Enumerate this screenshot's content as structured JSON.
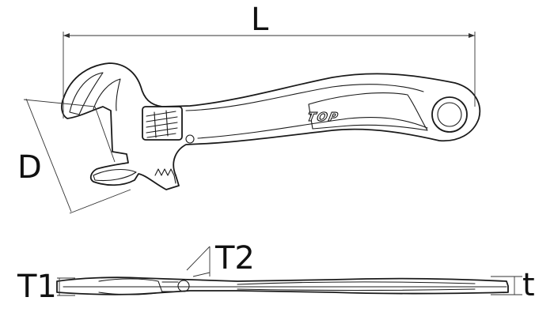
{
  "dimension_labels": {
    "length": "L",
    "jaw_capacity": "D",
    "head_thickness": "T1",
    "jaw_thickness": "T2",
    "handle_thickness": "t"
  },
  "brand_mark": "TOP",
  "colors": {
    "line": "#1a1a1a",
    "background": "#ffffff"
  }
}
